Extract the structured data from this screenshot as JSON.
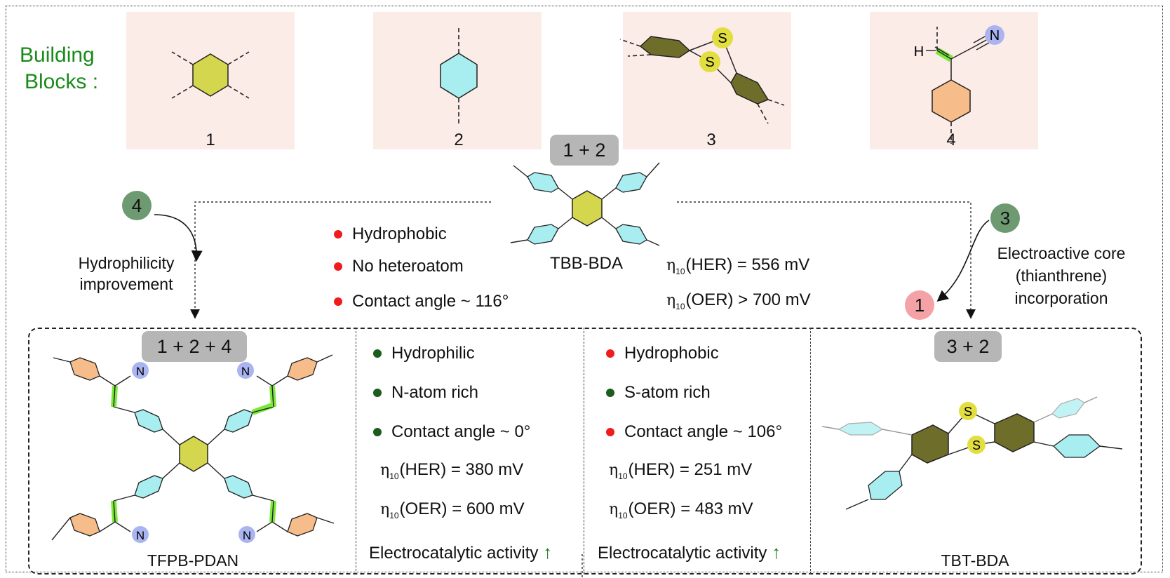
{
  "heading": [
    "Building",
    "Blocks :"
  ],
  "blocks": [
    {
      "number": "1"
    },
    {
      "number": "2"
    },
    {
      "number": "3"
    },
    {
      "number": "4"
    }
  ],
  "atoms": {
    "S": "S",
    "N": "N",
    "H": "H"
  },
  "tbb": {
    "badge": "1 + 2",
    "name": "TBB-BDA",
    "properties": [
      {
        "text": "Hydrophobic",
        "status": "negative"
      },
      {
        "text": "No heteroatom",
        "status": "negative"
      },
      {
        "text": "Contact angle ~ 116°",
        "status": "negative"
      }
    ],
    "her": "(HER) = 556 mV",
    "oer": "(OER) > 700 mV"
  },
  "left_path": {
    "circle": "4",
    "label": [
      "Hydrophilicity",
      "improvement"
    ]
  },
  "right_path": {
    "circle_start": "3",
    "circle_end": "1",
    "label": [
      "Electroactive core",
      "(thianthrene)",
      "incorporation"
    ]
  },
  "tfpb": {
    "badge": "1 + 2 + 4",
    "name": "TFPB-PDAN",
    "properties": [
      {
        "text": "Hydrophilic",
        "status": "positive"
      },
      {
        "text": "N-atom rich",
        "status": "positive"
      },
      {
        "text": "Contact angle ~ 0°",
        "status": "positive"
      }
    ],
    "her": "(HER) = 380 mV",
    "oer": "(OER) = 600 mV",
    "activity": "Electrocatalytic activity"
  },
  "tbt": {
    "badge": "3 + 2",
    "name": "TBT-BDA",
    "properties": [
      {
        "text": "Hydrophobic",
        "status": "negative"
      },
      {
        "text": "S-atom rich",
        "status": "positive"
      },
      {
        "text": "Contact angle ~ 106°",
        "status": "negative"
      }
    ],
    "her": "(HER) = 251 mV",
    "oer": "(OER) = 483 mV",
    "activity": "Electrocatalytic activity"
  },
  "symbols": {
    "eta": "η",
    "sub": "10",
    "up_arrow": "↑"
  },
  "colors": {
    "heading_green": "#1a8a1a",
    "positive_dot": "#1c5c1c",
    "negative_dot": "#ee1c1c",
    "panel_bg": "#fcece8",
    "ring_yellow": "#d4d64e",
    "ring_cyan": "#a8eef0",
    "ring_olive": "#6e6e2a",
    "ring_orange": "#f6bd8a",
    "sulfur_yellow": "#e2de40",
    "nitrogen_blue": "#aab4f0",
    "vinyl_green": "#7be83a",
    "circle_green": "#6e9a72",
    "circle_pink": "#f4a2a6",
    "badge_gray": "#b6b6b6"
  }
}
